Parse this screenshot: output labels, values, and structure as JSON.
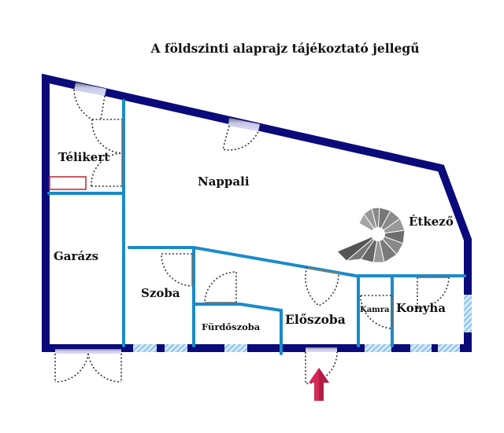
{
  "title": "A földszinti alaprajz tájékoztató jellegű",
  "rooms": {
    "telikert": "Télikert",
    "nappali": "Nappali",
    "garazs": "Garázs",
    "szoba": "Szoba",
    "furdoszoba": "Fürdőszoba",
    "eloszoba": "Előszoba",
    "kamra": "Kamra",
    "konyha": "Konyha",
    "etkezo": "Étkező"
  },
  "icons": {
    "entrance": "entrance-arrow-icon",
    "staircase": "spiral-staircase-icon"
  },
  "colors": {
    "exterior_wall": "#0b0a7a",
    "interior_wall": "#1a8bc9",
    "window": "#a9d3f0",
    "entrance_arrow": "#d42a55",
    "door_leaf": "#6b6b6b"
  }
}
